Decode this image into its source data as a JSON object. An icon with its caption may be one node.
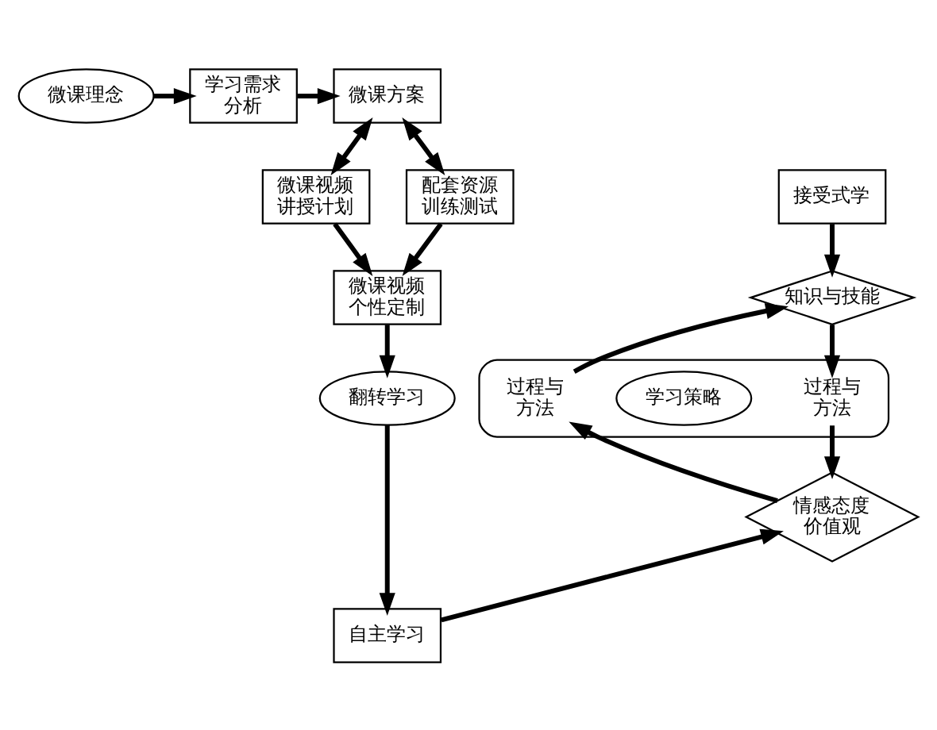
{
  "diagram": {
    "nodes": [
      {
        "text": [
          "微课理念"
        ]
      },
      {
        "text": [
          "学习需求分析"
        ]
      },
      {
        "text": [
          "微课方案"
        ]
      },
      {
        "text": [
          "接受式学"
        ]
      },
      {
        "text": [],
        "shape": "ellipse"
      },
      {
        "text": [
          "知识与技能"
        ]
      },
      {
        "text": [
          "过程与方法"
        ],
        "in": 4
      },
      {
        "text": [
          "学习策略"
        ],
        "in": 4
      },
      {
        "text": [
          "过程与方法"
        ],
        "in": 4
      },
      {
        "text": [
          "情感态度价值观"
        ]
      },
      {
        "text": [
          "微课视频讲授计划"
        ]
      },
      {
        "text": [
          "配套资源训练测试"
        ]
      },
      {
        "text": [
          "微课视频个性定制"
        ]
      },
      {
        "text": [
          "翻转学习"
        ]
      },
      {
        "text": [
          "自主学习"
        ]
      }
    ],
    "edges": [
      {
        "from": 0,
        "to": 1,
        "arrow": "to"
      },
      {
        "from": 1,
        "to": 2,
        "arrow": "to"
      },
      {
        "from": 2,
        "to": 10,
        "arrow": "both"
      },
      {
        "from": 2,
        "to": 11,
        "arrow": "both"
      },
      {
        "from": 10,
        "to": 12,
        "arrow": "to"
      },
      {
        "from": 11,
        "to": 12,
        "arrow": "to"
      },
      {
        "from": 12,
        "to": 13,
        "arrow": "to"
      },
      {
        "from": 13,
        "to": 14,
        "arrow": "to"
      },
      {
        "from": 14,
        "to": 9,
        "arrow": "to"
      },
      {
        "from": 3,
        "to": 5,
        "arrow": "to"
      },
      {
        "from": 5,
        "to": 6,
        "arrow": "to"
      },
      {
        "from": 6,
        "to": 9,
        "arrow": "to"
      },
      {
        "from": 9,
        "to": 8,
        "arrow": "to"
      },
      {
        "from": 8,
        "to": 5,
        "arrow": "to"
      }
    ]
  }
}
